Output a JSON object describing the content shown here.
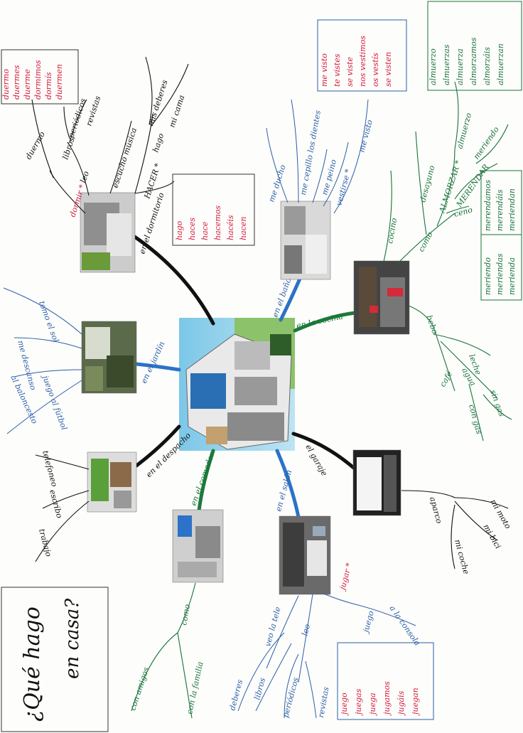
{
  "title": {
    "line1": "¿Qué hago",
    "line2": "en casa?"
  },
  "center": {
    "label": ""
  },
  "rooms": {
    "dormitorio": "en el dormitorio",
    "bano": "en el baño",
    "cocina": "en la cocina",
    "garaje": "el garaje",
    "salon": "en el salón",
    "comedor": "en el comedor",
    "despacho": "en el despacho",
    "jardin": "en el jardín"
  },
  "dormitorio_branches": {
    "dormir": "dormir *",
    "duermo": "duermo",
    "leo": "leo",
    "libros": "libros",
    "periodicos": "periódicos",
    "revistas": "revistas",
    "escucho": "escucho música",
    "hacer": "HACER *",
    "hago": "hago",
    "deberes": "mis deberes",
    "cama": "mi cama"
  },
  "dormir_conj": [
    "duermo",
    "duermes",
    "duerme",
    "dormimos",
    "dormís",
    "duermen"
  ],
  "hacer_conj": [
    "hago",
    "haces",
    "hace",
    "hacemos",
    "hacéis",
    "hacen"
  ],
  "bano_branches": {
    "ducho": "me ducho",
    "cepillo": "me cepillo los dientes",
    "peino": "me peino",
    "vestirse": "vestirse *",
    "visto": "me visto"
  },
  "vestirse_conj": [
    "me visto",
    "te vistes",
    "se viste",
    "nos vestimos",
    "os vestís",
    "se visten"
  ],
  "cocina_branches": {
    "cocino": "cocino",
    "como": "como",
    "desayuno": "desayuno",
    "almorzar": "ALMORZAR *",
    "merendar": "MERENDAR",
    "almuerzo": "almuerzo",
    "meriendo": "meriendo",
    "ceno": "ceno",
    "bebo": "bebo",
    "cafe": "café",
    "leche": "leche",
    "agua": "agua",
    "con_gas": "con gas",
    "sin_gas": "sin gas"
  },
  "almorzar_conj": [
    "almuerzo",
    "almuerzas",
    "almuerza",
    "almorzamos",
    "almorzáis",
    "almuerzan"
  ],
  "merendar_conj": [
    "meriendo",
    "meriendas",
    "merienda",
    "merendamos",
    "merendáis",
    "meriendan"
  ],
  "garaje_branches": {
    "aparco": "aparco",
    "moto": "mi moto",
    "bici": "mi bici",
    "coche": "mi coche"
  },
  "salon_branches": {
    "jugar": "jugar *",
    "consola": "a la consola",
    "juego": "juego",
    "veo": "veo la tele",
    "leo": "leo",
    "libros": "libros",
    "deberes": "deberes",
    "periodicos": "periódicos",
    "revistas": "revistas"
  },
  "jugar_conj": [
    "juego",
    "juegas",
    "juega",
    "jugamos",
    "jugáis",
    "juegan"
  ],
  "comedor_branches": {
    "como": "como",
    "familia": "con la familia",
    "amigos": "con amigos"
  },
  "despacho_branches": {
    "telefoneo": "telefoneo",
    "escribo": "escribo",
    "trabajo": "trabajo"
  },
  "jardin_branches": {
    "sol": "tomo el sol",
    "descanso": "me descanso",
    "futbol": "juego al fútbol",
    "baloncesto": "al baloncesto"
  },
  "colors": {
    "red": "#d4183a",
    "black": "#111111",
    "blue": "#2b5ea8",
    "green": "#17723a"
  }
}
